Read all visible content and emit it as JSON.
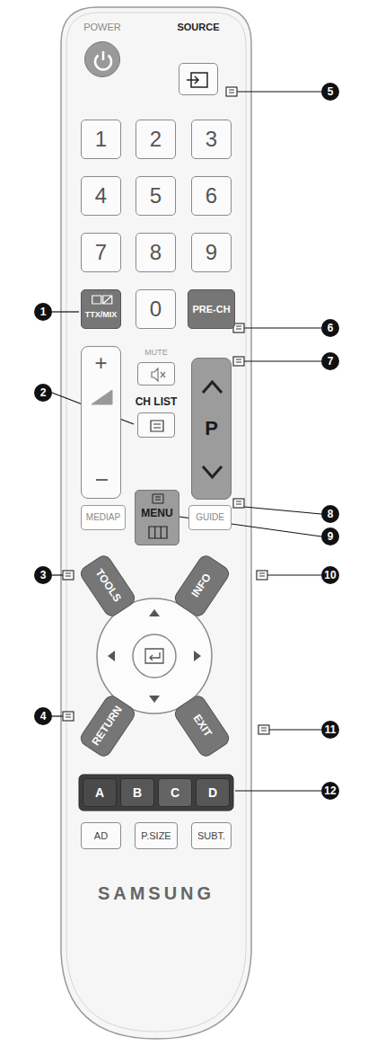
{
  "diagram": {
    "nodes": [
      {
        "text": [
          "SAMSUNG"
        ]
      },
      {
        "text": [
          "POWER"
        ],
        "in": 0
      },
      {
        "text": [
          "SOURCE"
        ],
        "in": 0
      },
      {
        "text": [
          "1"
        ],
        "in": 0
      },
      {
        "text": [
          "2"
        ],
        "in": 0
      },
      {
        "text": [
          "3"
        ],
        "in": 0
      },
      {
        "text": [
          "4"
        ],
        "in": 0
      },
      {
        "text": [
          "5"
        ],
        "in": 0
      },
      {
        "text": [
          "6"
        ],
        "in": 0
      },
      {
        "text": [
          "7"
        ],
        "in": 0
      },
      {
        "text": [
          "8"
        ],
        "in": 0
      },
      {
        "text": [
          "9"
        ],
        "in": 0
      },
      {
        "text": [
          "TTX/MIX"
        ],
        "in": 0
      },
      {
        "text": [
          "0"
        ],
        "in": 0
      },
      {
        "text": [
          "PRE-CH"
        ],
        "in": 0
      },
      {
        "text": [
          "+"
        ],
        "in": 0
      },
      {
        "text": [
          "MUTE"
        ],
        "in": 0
      },
      {
        "text": [
          "P"
        ],
        "in": 0
      },
      {
        "text": [
          "CH LIST"
        ],
        "in": 0
      },
      {
        "text": [
          "MEDIAP"
        ],
        "in": 0
      },
      {
        "text": [
          "MENU"
        ],
        "in": 0
      },
      {
        "text": [
          "GUIDE"
        ],
        "in": 0
      },
      {
        "text": [
          "TOOLS"
        ],
        "in": 0
      },
      {
        "text": [
          "INFO"
        ],
        "in": 0
      },
      {
        "text": [
          "RETURN"
        ],
        "in": 0
      },
      {
        "text": [
          "EXIT"
        ],
        "in": 0
      },
      {
        "text": [
          "A"
        ],
        "in": 0
      },
      {
        "text": [
          "B"
        ],
        "in": 0
      },
      {
        "text": [
          "C"
        ],
        "in": 0
      },
      {
        "text": [
          "D"
        ],
        "in": 0
      },
      {
        "text": [
          "AD"
        ],
        "in": 0
      },
      {
        "text": [
          "P.SIZE"
        ],
        "in": 0
      },
      {
        "text": [
          "SUBT."
        ],
        "in": 0
      }
    ],
    "labels": [
      "1",
      "2",
      "3",
      "4",
      "5",
      "6",
      "7",
      "8",
      "9",
      "10",
      "11",
      "12"
    ]
  }
}
